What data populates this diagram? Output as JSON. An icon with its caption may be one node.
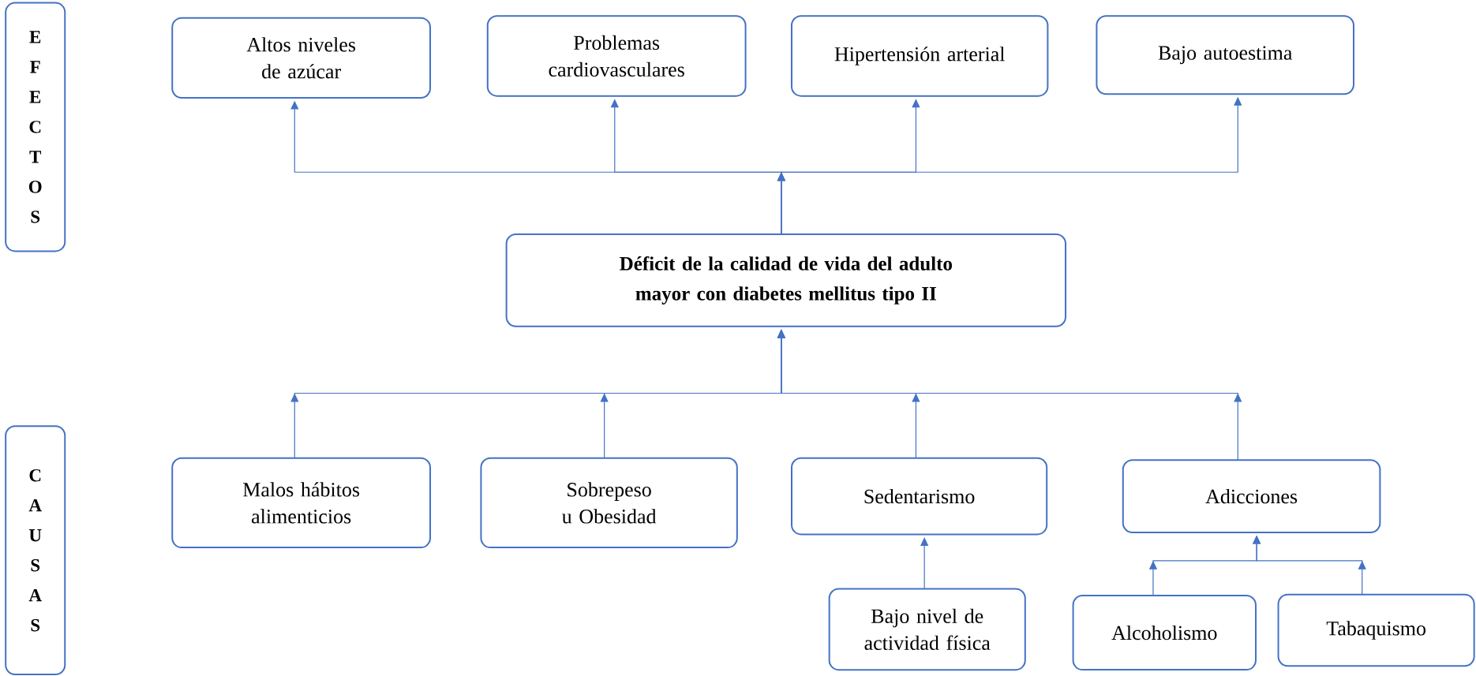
{
  "diagram": {
    "nodes": [
      {
        "text": [
          "E F E C T O S"
        ]
      },
      {
        "text": [
          "Altos niveles de azúcar"
        ]
      },
      {
        "text": [
          "Problemas cardiovasculares"
        ]
      },
      {
        "text": [
          "Hipertensión arterial"
        ]
      },
      {
        "text": [
          "Bajo autoestima"
        ]
      },
      {
        "text": [
          "Déficit de la calidad de vida del adulto mayor con diabetes mellitus tipo II"
        ]
      },
      {
        "text": [
          "C A U S A S"
        ]
      },
      {
        "text": [
          "Malos hábitos alimenticios"
        ]
      },
      {
        "text": [
          "Sobrepeso u Obesidad"
        ]
      },
      {
        "text": [
          "Sedentarismo"
        ]
      },
      {
        "text": [
          "Adicciones"
        ]
      },
      {
        "text": [
          "Bajo nivel de actividad física"
        ]
      },
      {
        "text": [
          "Alcoholismo"
        ]
      },
      {
        "text": [
          "Tabaquismo"
        ]
      }
    ],
    "edges": [
      {
        "from": 5,
        "to": 1,
        "arrow": "to"
      },
      {
        "from": 5,
        "to": 2,
        "arrow": "to"
      },
      {
        "from": 5,
        "to": 3,
        "arrow": "to"
      },
      {
        "from": 5,
        "to": 4,
        "arrow": "to"
      },
      {
        "from": 7,
        "to": 5,
        "arrow": "to"
      },
      {
        "from": 8,
        "to": 5,
        "arrow": "to"
      },
      {
        "from": 9,
        "to": 5,
        "arrow": "to"
      },
      {
        "from": 10,
        "to": 5,
        "arrow": "to"
      },
      {
        "from": 11,
        "to": 9,
        "arrow": "to"
      },
      {
        "from": 12,
        "to": 10,
        "arrow": "to"
      },
      {
        "from": 13,
        "to": 10,
        "arrow": "to"
      }
    ]
  }
}
